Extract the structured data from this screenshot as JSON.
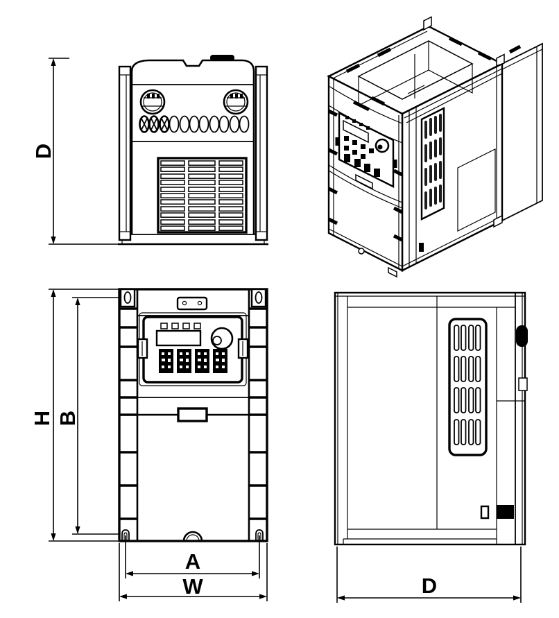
{
  "page": {
    "background_color": "#ffffff",
    "line_color": "#000000",
    "label_color": "#000000"
  },
  "drawing": {
    "dimension_labels": {
      "top_view_depth": "D",
      "front_view_height": "H",
      "front_view_mounting_height": "B",
      "front_view_mounting_width": "A",
      "front_view_width": "W",
      "side_view_depth": "D"
    }
  }
}
